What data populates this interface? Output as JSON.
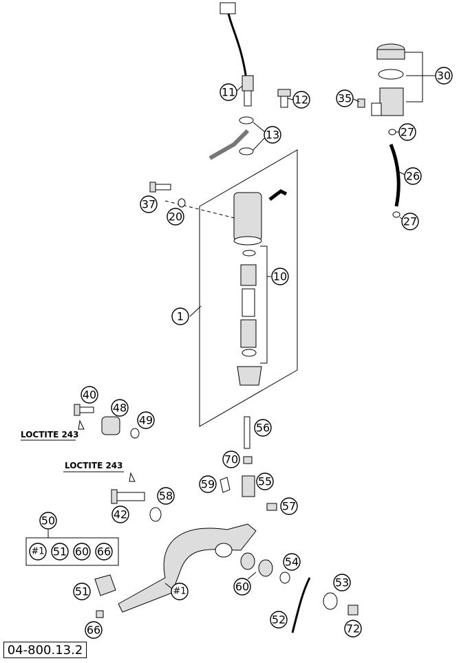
{
  "drawing_number": "04-800.13.2",
  "loctite_labels": [
    "LOCTITE 243",
    "LOCTITE 243"
  ],
  "callouts": {
    "c1": "1",
    "c10": "10",
    "c11": "11",
    "c12": "12",
    "c13": "13",
    "c20": "20",
    "c26": "26",
    "c27a": "27",
    "c27b": "27",
    "c30": "30",
    "c35": "35",
    "c37": "37",
    "c40": "40",
    "c42": "42",
    "c48": "48",
    "c49": "49",
    "c50": "50",
    "c51": "51",
    "c52": "52",
    "c53": "53",
    "c54": "54",
    "c55": "55",
    "c56": "56",
    "c57": "57",
    "c58": "58",
    "c59": "59",
    "c60": "60",
    "c66": "66",
    "c70": "70",
    "c72": "72",
    "lever": "#1"
  },
  "kit_50": [
    "#1",
    "51",
    "60",
    "66"
  ]
}
